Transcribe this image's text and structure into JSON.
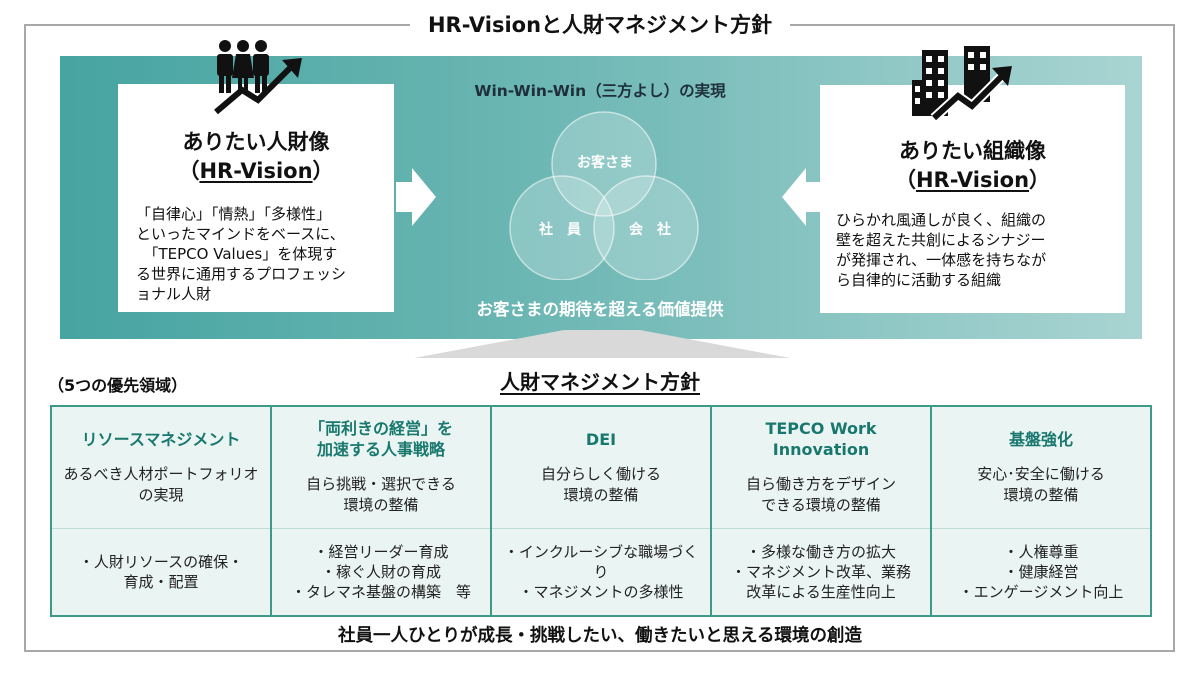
{
  "title": "HR-Visionと人財マネジメント方針",
  "left_card": {
    "title": "ありたい人財像",
    "subtitle_open": "（",
    "subtitle": "HR-Vision",
    "subtitle_close": "）",
    "description": [
      "「自律心」「情熱」「多様性」",
      "といったマインドをベースに、",
      "　「TEPCO Values」を体現す",
      "る世界に通用するプロフェッシ",
      "ョナル人財"
    ]
  },
  "right_card": {
    "title": "ありたい組織像",
    "subtitle_open": "（",
    "subtitle": "HR-Vision",
    "subtitle_close": "）",
    "description": [
      "ひらかれ風通しが良く、組織の",
      "壁を超えた共創によるシナジー",
      "が発揮され、一体感を持ちなが",
      "ら自律的に活動する組織"
    ]
  },
  "center": {
    "win_title": "Win-Win-Win（三方よし）の実現",
    "circle_top": "お客さま",
    "circle_left": "社　員",
    "circle_right": "会　社",
    "bottom_text": "お客さまの期待を超える価値提供"
  },
  "policy_title": "人財マネジメント方針",
  "priority_label": "（5つの優先領域）",
  "columns": [
    {
      "title": "リソースマネジメント",
      "goal": "あるべき人材ポートフォリオ\nの実現",
      "actions": "・人財リソースの確保・\n育成・配置"
    },
    {
      "title": "「両利きの経営」を\n加速する人事戦略",
      "goal": "自ら挑戦・選択できる\n環境の整備",
      "actions": "・経営リーダー育成\n・稼ぐ人財の育成\n・タレマネ基盤の構築　等"
    },
    {
      "title": "DEI",
      "goal": "自分らしく働ける\n環境の整備",
      "actions": "・インクルーシブな職場づくり\n・マネジメントの多様性"
    },
    {
      "title": "TEPCO Work\nInnovation",
      "goal": "自ら働き方をデザイン\nできる環境の整備",
      "actions": "・多様な働き方の拡大\n・マネジメント改革、業務\n改革による生産性向上"
    },
    {
      "title": "基盤強化",
      "goal": "安心･安全に働ける\n環境の整備",
      "actions": "・人権尊重\n・健康経営\n・エンゲージメント向上"
    }
  ],
  "footer": "社員一人ひとりが成長・挑戦したい、働きたいと思える環境の創造",
  "colors": {
    "band_start": "#46a4a1",
    "band_end": "#a9d4d2",
    "table_border": "#3e9a86",
    "table_bg": "#eaf5f3",
    "column_title": "#19786e",
    "frame": "#a8a8a8"
  },
  "icons": {
    "left": "people-growth-icon",
    "right": "buildings-growth-icon"
  }
}
